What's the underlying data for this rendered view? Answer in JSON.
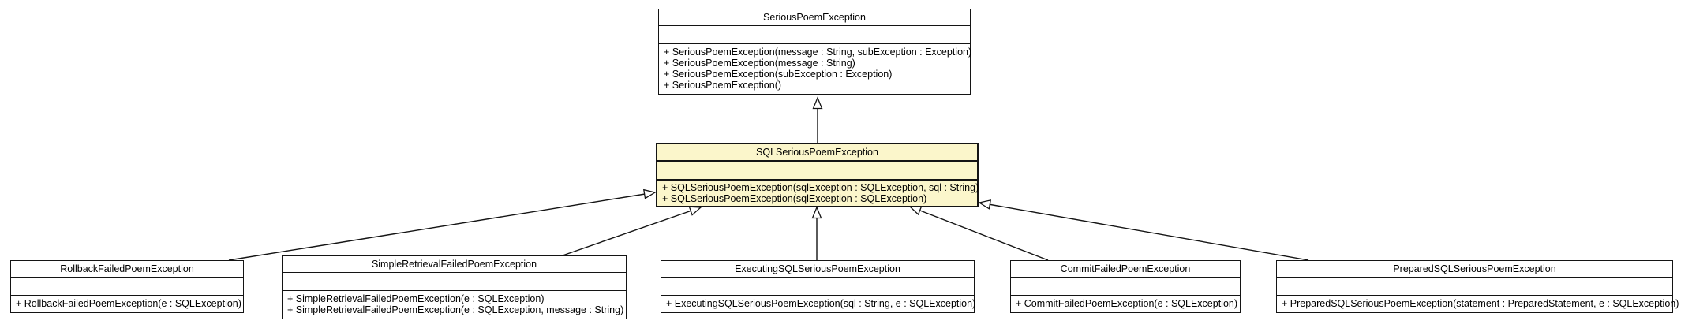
{
  "diagram_type": "uml-class-inheritance",
  "colors": {
    "background": "#ffffff",
    "box_fill": "#ffffff",
    "highlight_fill": "#fbf6cb",
    "line_color": "#141414"
  },
  "classes": [
    {
      "name": "SeriousPoemException",
      "highlighted": false,
      "methods": [
        "+ SeriousPoemException(message : String, subException : Exception)",
        "+ SeriousPoemException(message : String)",
        "+ SeriousPoemException(subException : Exception)",
        "+ SeriousPoemException()"
      ]
    },
    {
      "name": "SQLSeriousPoemException",
      "highlighted": true,
      "methods": [
        "+ SQLSeriousPoemException(sqlException : SQLException, sql : String)",
        "+ SQLSeriousPoemException(sqlException : SQLException)"
      ]
    },
    {
      "name": "RollbackFailedPoemException",
      "highlighted": false,
      "methods": [
        "+ RollbackFailedPoemException(e : SQLException)"
      ]
    },
    {
      "name": "SimpleRetrievalFailedPoemException",
      "highlighted": false,
      "methods": [
        "+ SimpleRetrievalFailedPoemException(e : SQLException)",
        "+ SimpleRetrievalFailedPoemException(e : SQLException, message : String)"
      ]
    },
    {
      "name": "ExecutingSQLSeriousPoemException",
      "highlighted": false,
      "methods": [
        "+ ExecutingSQLSeriousPoemException(sql : String, e : SQLException)"
      ]
    },
    {
      "name": "CommitFailedPoemException",
      "highlighted": false,
      "methods": [
        "+ CommitFailedPoemException(e : SQLException)"
      ]
    },
    {
      "name": "PreparedSQLSeriousPoemException",
      "highlighted": false,
      "methods": [
        "+ PreparedSQLSeriousPoemException(statement : PreparedStatement, e : SQLException)"
      ]
    }
  ],
  "relations": [
    {
      "child": "SQLSeriousPoemException",
      "parent": "SeriousPoemException",
      "type": "generalization"
    },
    {
      "child": "RollbackFailedPoemException",
      "parent": "SQLSeriousPoemException",
      "type": "generalization"
    },
    {
      "child": "SimpleRetrievalFailedPoemException",
      "parent": "SQLSeriousPoemException",
      "type": "generalization"
    },
    {
      "child": "ExecutingSQLSeriousPoemException",
      "parent": "SQLSeriousPoemException",
      "type": "generalization"
    },
    {
      "child": "CommitFailedPoemException",
      "parent": "SQLSeriousPoemException",
      "type": "generalization"
    },
    {
      "child": "PreparedSQLSeriousPoemException",
      "parent": "SQLSeriousPoemException",
      "type": "generalization"
    }
  ]
}
